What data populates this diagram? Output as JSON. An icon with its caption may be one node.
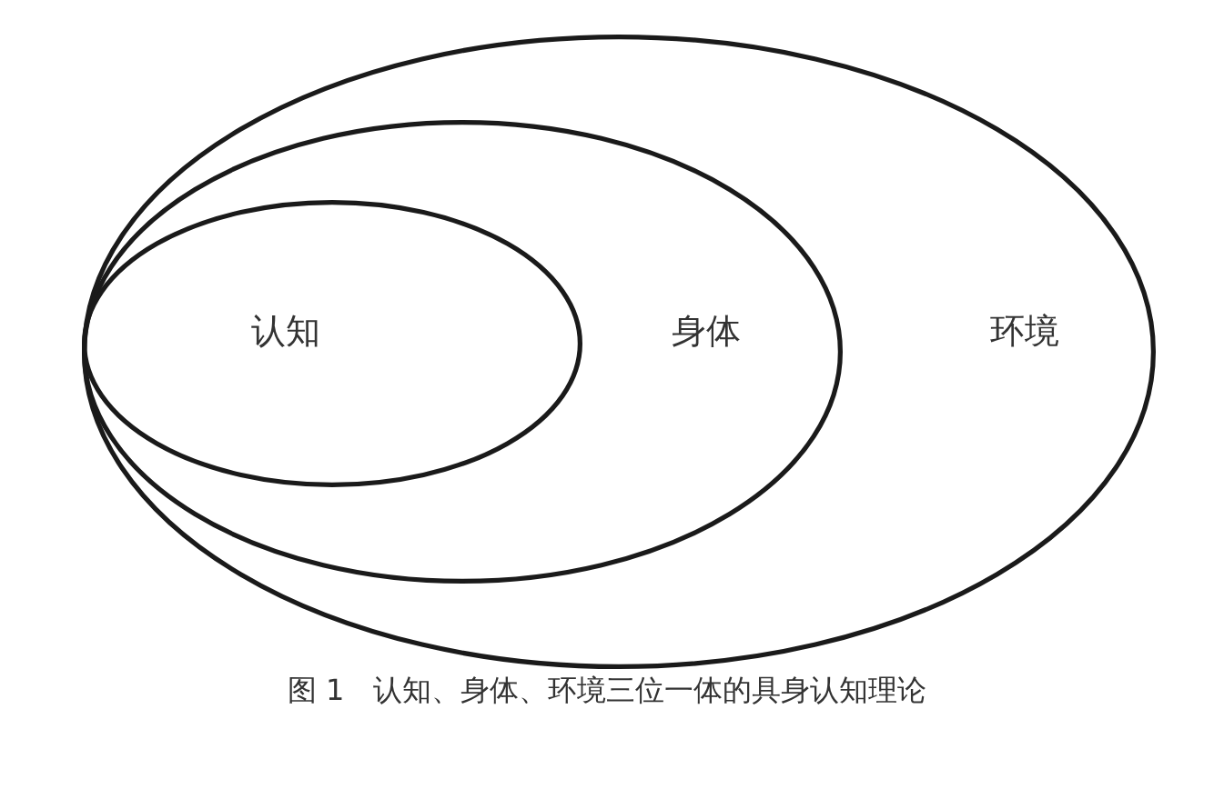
{
  "diagram": {
    "caption": "图 1　认知、身体、环境三位一体的具身认知理论",
    "nodes": [
      {
        "text": [
          "环境"
        ]
      },
      {
        "text": [
          "身体"
        ],
        "in": 0
      },
      {
        "text": [
          "认知"
        ],
        "in": 1
      }
    ]
  }
}
